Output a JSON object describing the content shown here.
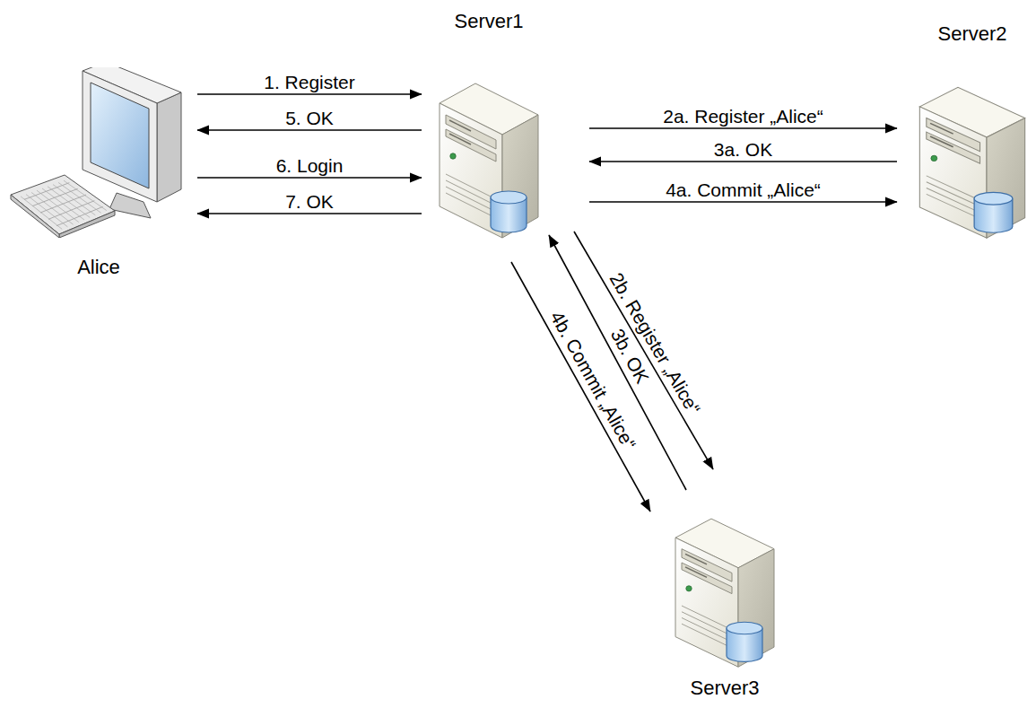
{
  "diagram": {
    "nodes": [
      {
        "text": [
          "Alice"
        ]
      },
      {
        "text": [
          "Server1"
        ]
      },
      {
        "text": [
          "Server2"
        ]
      },
      {
        "text": [
          "Server3"
        ]
      }
    ],
    "edges": [
      {
        "from": 0,
        "to": 1,
        "arrow": "to",
        "label": "1. Register"
      },
      {
        "from": 1,
        "to": 0,
        "arrow": "to",
        "label": "5. OK"
      },
      {
        "from": 0,
        "to": 1,
        "arrow": "to",
        "label": "6. Login"
      },
      {
        "from": 1,
        "to": 0,
        "arrow": "to",
        "label": "7. OK"
      },
      {
        "from": 1,
        "to": 2,
        "arrow": "to",
        "label": "2a. Register „Alice“"
      },
      {
        "from": 2,
        "to": 1,
        "arrow": "to",
        "label": "3a. OK"
      },
      {
        "from": 1,
        "to": 2,
        "arrow": "to",
        "label": "4a. Commit „Alice“"
      },
      {
        "from": 1,
        "to": 3,
        "arrow": "to",
        "label": "2b. Register „Alice“"
      },
      {
        "from": 3,
        "to": 1,
        "arrow": "to",
        "label": "3b. OK"
      },
      {
        "from": 1,
        "to": 3,
        "arrow": "to",
        "label": "4b. Commit „Alice“"
      }
    ]
  }
}
